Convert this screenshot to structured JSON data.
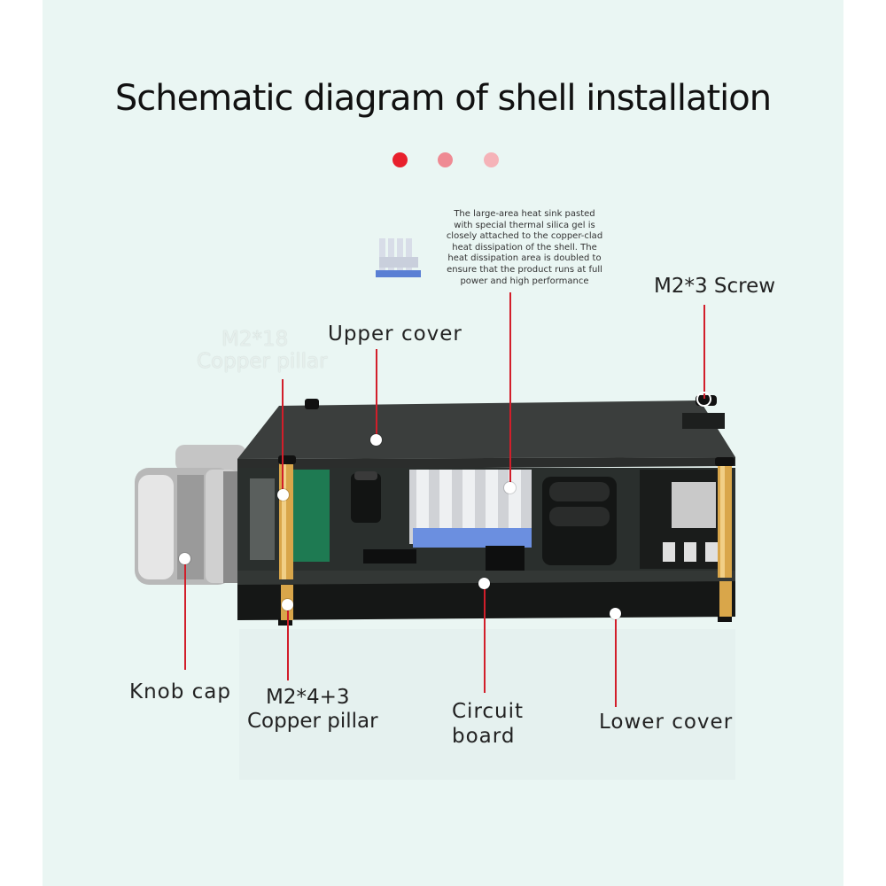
{
  "title": "Schematic diagram of shell installation",
  "colors": {
    "background": "#eaf6f3",
    "leader": "#d21e2a",
    "dot_1": "#e8202c",
    "dot_2": "#ef8a93",
    "dot_3": "#f5b3b8"
  },
  "heat_sink_icon": "heat-sink-icon",
  "heat_sink_note": [
    "The large-area heat sink pasted",
    "with special thermal silica gel is",
    "closely attached to the copper-clad",
    "heat dissipation of the shell. The",
    "heat dissipation area is doubled to",
    "ensure that the product runs at full",
    "power and high performance"
  ],
  "labels": {
    "m2x3_screw": "M2*3 Screw",
    "upper_cover": "Upper cover",
    "m2x18_line1": "M2*18",
    "m2x18_line2": "Copper pillar",
    "knob_cap": "Knob cap",
    "m2x4_line1": "M2*4+3",
    "m2x4_line2": "Copper pillar",
    "circuit_line1": "Circuit",
    "circuit_line2": "board",
    "lower_cover": "Lower cover"
  }
}
